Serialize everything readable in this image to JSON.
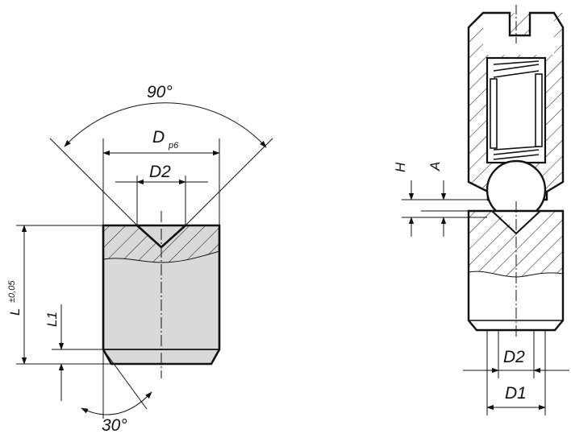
{
  "figure": {
    "left_view": {
      "angle_label": "90°",
      "dp_main": "D",
      "dp_sub": "p6",
      "d2_label": "D2",
      "l_main": "L",
      "l_tol": "±0,05",
      "l1_label": "L1",
      "chamfer_label": "30°"
    },
    "right_view": {
      "h_label": "H",
      "a_label": "A",
      "d2_label": "D2",
      "d1_label": "D1"
    }
  },
  "colors": {
    "line": "#111111",
    "fill_gray": "#d9d9d9",
    "background": "#ffffff"
  }
}
